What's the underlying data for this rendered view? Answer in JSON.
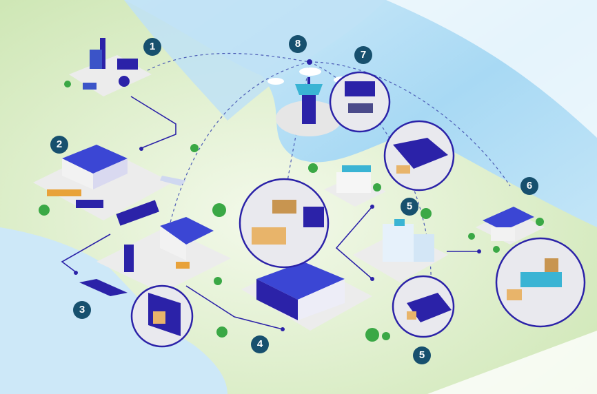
{
  "colors": {
    "sea": "#cfe9f8",
    "sea_deep": "#9fd3f2",
    "land": "#d9edc6",
    "land_light": "#eef6e2",
    "platform": "#ededed",
    "brand_blue": "#2b22a8",
    "badge": "#17506e",
    "route": "#3a2fa8",
    "tree": "#3aa845"
  },
  "badges": [
    {
      "id": "1",
      "icon": "power-plant"
    },
    {
      "id": "2",
      "icon": "airport-warehouse"
    },
    {
      "id": "3",
      "icon": "seaport"
    },
    {
      "id": "4",
      "icon": "distribution-warehouse"
    },
    {
      "id": "5",
      "icon": "pharmacy-hospital"
    },
    {
      "id": "5",
      "icon": "delivery-van"
    },
    {
      "id": "6",
      "icon": "fulfillment-center"
    },
    {
      "id": "7",
      "icon": "control-room"
    },
    {
      "id": "8",
      "icon": "control-tower"
    }
  ]
}
